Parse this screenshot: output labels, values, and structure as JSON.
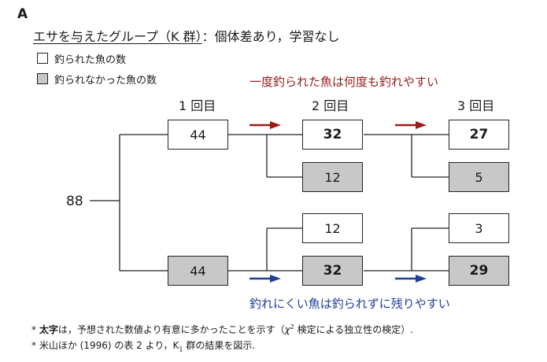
{
  "panel_label": "A",
  "heading": {
    "underlined": "エサを与えたグループ（K 群）",
    "rest": "：個体差あり，学習なし"
  },
  "legend": [
    {
      "label": "釣られた魚の数",
      "fill": "#ffffff"
    },
    {
      "label": "釣られなかった魚の数",
      "fill": "#c8c8c8"
    }
  ],
  "annotations": {
    "caught": "一度釣られた魚は何度も釣れやすい",
    "hard_to_catch": "釣れにくい魚は釣られずに残りやすい",
    "caught_color": "#9b1b1b",
    "hard_color": "#1f3f9a"
  },
  "rounds": [
    "1 回目",
    "2 回目",
    "3 回目"
  ],
  "total": "88",
  "nodes": {
    "r1_caught": "44",
    "r1_not_caught": "44",
    "r2_caught_again": "32",
    "r2_caught_not": "12",
    "r2_new_caught": "12",
    "r2_not_caught": "32",
    "r3_caught_again": "27",
    "r3_caught_not": "5",
    "r3_new_caught": "3",
    "r3_not_caught": "29"
  },
  "notes": {
    "n1_prefix": "* ",
    "n1_bold": "太字",
    "n1_mid": "は，予想された数値より有意に多かったことを示す（",
    "n1_chi": "χ",
    "n1_sup": "2",
    "n1_end": " 検定による独立性の検定）.",
    "n2_start": "* 米山ほか (1996) の表 2 より，K",
    "n2_sub": "1",
    "n2_end": " 群の結果を図示."
  }
}
